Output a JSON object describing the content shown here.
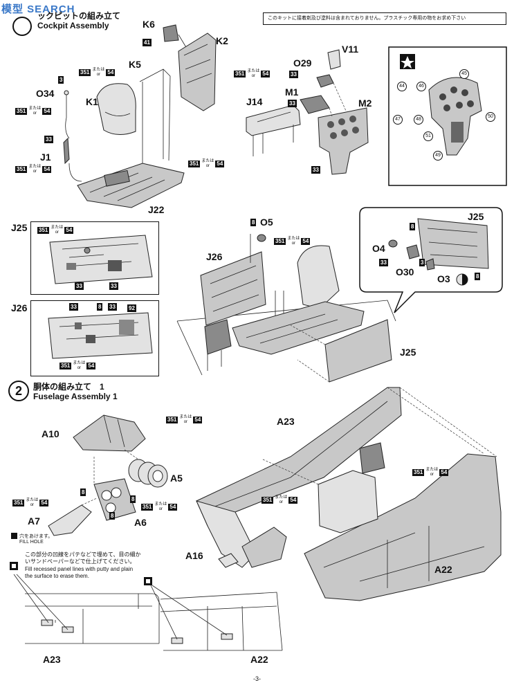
{
  "watermark": "模型 SEARCH",
  "notice": "このキットに接着剤及び塗料は含まれておりません。プラスチック専用の物をお求め下さい",
  "step1": {
    "title_jp": "ックピットの組み立て",
    "title_en": "Cockpit Assembly"
  },
  "step2": {
    "number": "2",
    "title_jp": "胴体の組み立て　1",
    "title_en": "Fuselage Assembly 1"
  },
  "paint_or": {
    "jp": "または",
    "en": "or"
  },
  "paint_codes": {
    "c351": "351",
    "c54": "54",
    "c33": "33",
    "c8": "8",
    "c3": "3",
    "c41": "41",
    "c92": "92"
  },
  "parts": {
    "K6": "K6",
    "K2": "K2",
    "K5": "K5",
    "K1": "K1",
    "O34": "O34",
    "J1": "J1",
    "J22": "J22",
    "V11": "V11",
    "O29": "O29",
    "M1": "M1",
    "M2": "M2",
    "J14": "J14",
    "J25": "J25",
    "J26": "J26",
    "O5": "O5",
    "O4": "O4",
    "O30": "O30",
    "O3": "O3",
    "A10": "A10",
    "A5": "A5",
    "A7": "A7",
    "A6": "A6",
    "A23": "A23",
    "A16": "A16",
    "A22": "A22"
  },
  "decals": [
    "45",
    "44",
    "46",
    "47",
    "48",
    "50",
    "51",
    "49"
  ],
  "fill_hole": {
    "jp": "穴をあけます。",
    "en": "FILL HOLE"
  },
  "putty_note": {
    "jp_line1": "この部分の凹線をパテなどで埋めて、目の細か",
    "jp_line2": "いサンドペーパーなどで仕上げてください。",
    "en_line1": "Fill recessed panel lines with putty  and plain",
    "en_line2": "the surface to erase them."
  },
  "page_number": "-3-"
}
